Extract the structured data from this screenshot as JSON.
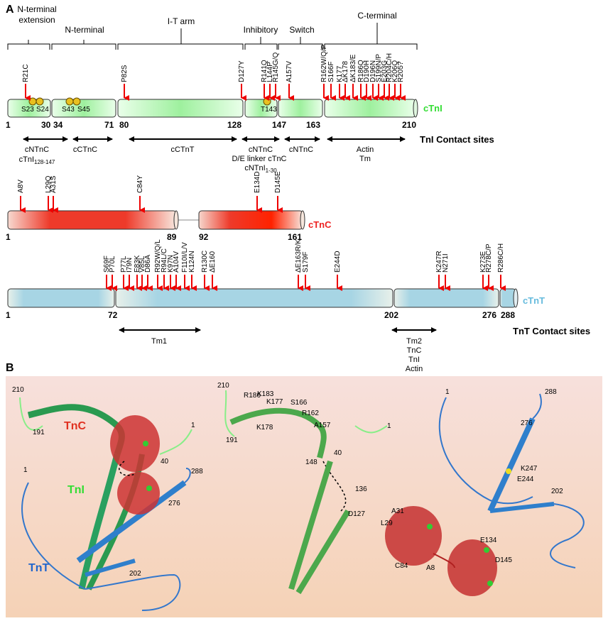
{
  "panel_a": {
    "label": "A",
    "regions": [
      "N-terminal extension",
      "N-terminal",
      "I-T arm",
      "Inhibitory",
      "Switch",
      "C-terminal"
    ],
    "ctni": {
      "name": "cTnI",
      "color": "#33dd33",
      "ticks": [
        "1",
        "30",
        "34",
        "71",
        "80",
        "128",
        "147",
        "163",
        "210"
      ],
      "sites": [
        "S23",
        "S24",
        "S43",
        "S45",
        "T143"
      ],
      "mutations": [
        "R21C",
        "P82S",
        "D127Y",
        "R141Q",
        "L144P",
        "R145G/Q",
        "A157V",
        "R162W/Q/P",
        "S166F",
        "K177",
        "ΔK178",
        "ΔK183/E",
        "R186Q",
        "D190H",
        "D196N",
        "S199N/P",
        "E203G",
        "R204C/H",
        "K206Q",
        "R205?"
      ],
      "contact_title": "TnI Contact sites",
      "contacts": [
        "cNTnC",
        "cTnI",
        "cCTnC",
        "cCTnT",
        "cNTnC",
        "D/E linker cTnC",
        "cNTnI",
        "cNTnC",
        "Actin",
        "Tm"
      ],
      "contact_sub": [
        "128-147",
        "1-30"
      ]
    },
    "ctnc": {
      "name": "cTnC",
      "color": "#ee2222",
      "ticks": [
        "1",
        "89",
        "92",
        "161"
      ],
      "mutations": [
        "A8V",
        "L29Q",
        "A31S",
        "C84Y",
        "E134D",
        "D145E"
      ]
    },
    "ctnt": {
      "name": "cTnT",
      "color": "#66bbdd",
      "ticks": [
        "1",
        "72",
        "202",
        "276",
        "288"
      ],
      "mutations": [
        "S69F",
        "P70L",
        "P77L",
        "I79N",
        "E83K",
        "V85L",
        "D86A",
        "R92W/Q/L",
        "R94L/C",
        "K97N",
        "A104V",
        "F110I/L/V",
        "K124N",
        "R130C",
        "ΔE160",
        "ΔE163R/K",
        "S179F",
        "E244D",
        "K247R",
        "N271I",
        "K273E",
        "R278C/P",
        "R286C/H"
      ],
      "contact_title": "TnT Contact sites",
      "contacts": [
        "Tm1",
        "Tm2",
        "TnC",
        "TnI",
        "Actin"
      ]
    }
  },
  "panel_b": {
    "label": "B",
    "complex_labels": {
      "tnc": "TnC",
      "tni": "TnI",
      "tnt": "TnT"
    },
    "left_numbers": [
      "210",
      "191",
      "1",
      "40",
      "288",
      "276",
      "1",
      "202"
    ],
    "tni_residues": [
      "210",
      "R186",
      "K183",
      "K177",
      "S166",
      "R162",
      "K178",
      "A157",
      "191",
      "1",
      "40",
      "148",
      "136",
      "D127"
    ],
    "tnc_residues": [
      "A31",
      "L29",
      "C84",
      "A8",
      "E134",
      "D145"
    ],
    "tnt_residues": [
      "1",
      "288",
      "276",
      "K247",
      "E244",
      "202"
    ]
  }
}
